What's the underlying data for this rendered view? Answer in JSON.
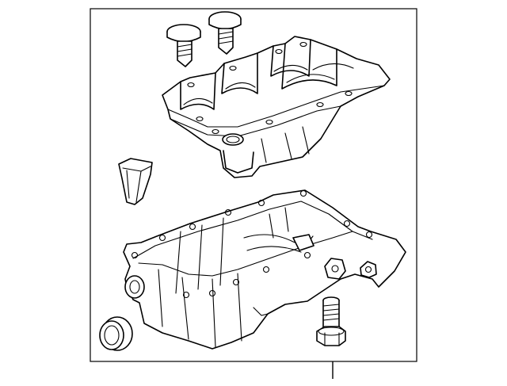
{
  "diagram": {
    "kind": "exploded parts illustration",
    "line_color": "#000000",
    "background": "#ffffff",
    "parts": [
      {
        "name": "bolt",
        "count": 2
      },
      {
        "name": "upper-oil-pan-baffle"
      },
      {
        "name": "oil-pickup-tube-filter"
      },
      {
        "name": "lower-oil-pan"
      },
      {
        "name": "drain-plug-seal-ring"
      },
      {
        "name": "drain-plug-bolt"
      }
    ]
  }
}
